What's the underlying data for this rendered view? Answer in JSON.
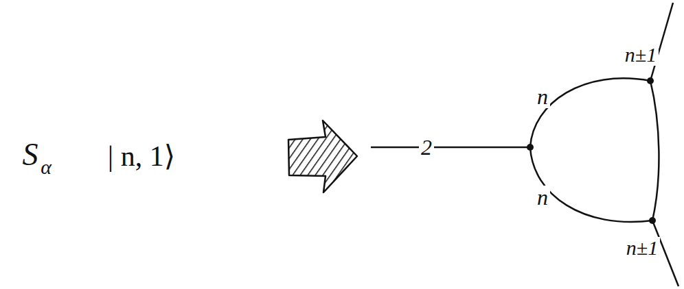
{
  "diagram": {
    "labels": [
      "S",
      "α",
      "| n, 1⟩",
      "2",
      "n",
      "n",
      "n±1",
      "n±1"
    ]
  }
}
